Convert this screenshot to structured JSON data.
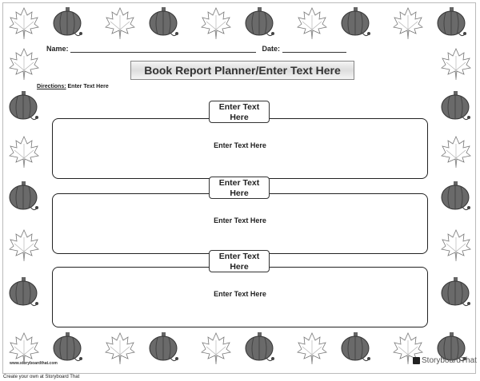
{
  "header": {
    "name_label": "Name:",
    "date_label": "Date:",
    "title": "Book Report Planner/Enter Text Here"
  },
  "directions": {
    "label": "Directions:",
    "text": "Enter Text Here"
  },
  "sections": [
    {
      "heading": "Enter Text Here",
      "body": "Enter Text Here"
    },
    {
      "heading": "Enter Text Here",
      "body": "Enter Text Here"
    },
    {
      "heading": "Enter Text Here",
      "body": "Enter Text Here"
    }
  ],
  "watermark": "www.storyboardthat.com",
  "logo": "StoryboardThat",
  "footer": "Create your own at Storyboard That",
  "icons": [
    "maple-leaf-icon",
    "pumpkin-icon"
  ]
}
